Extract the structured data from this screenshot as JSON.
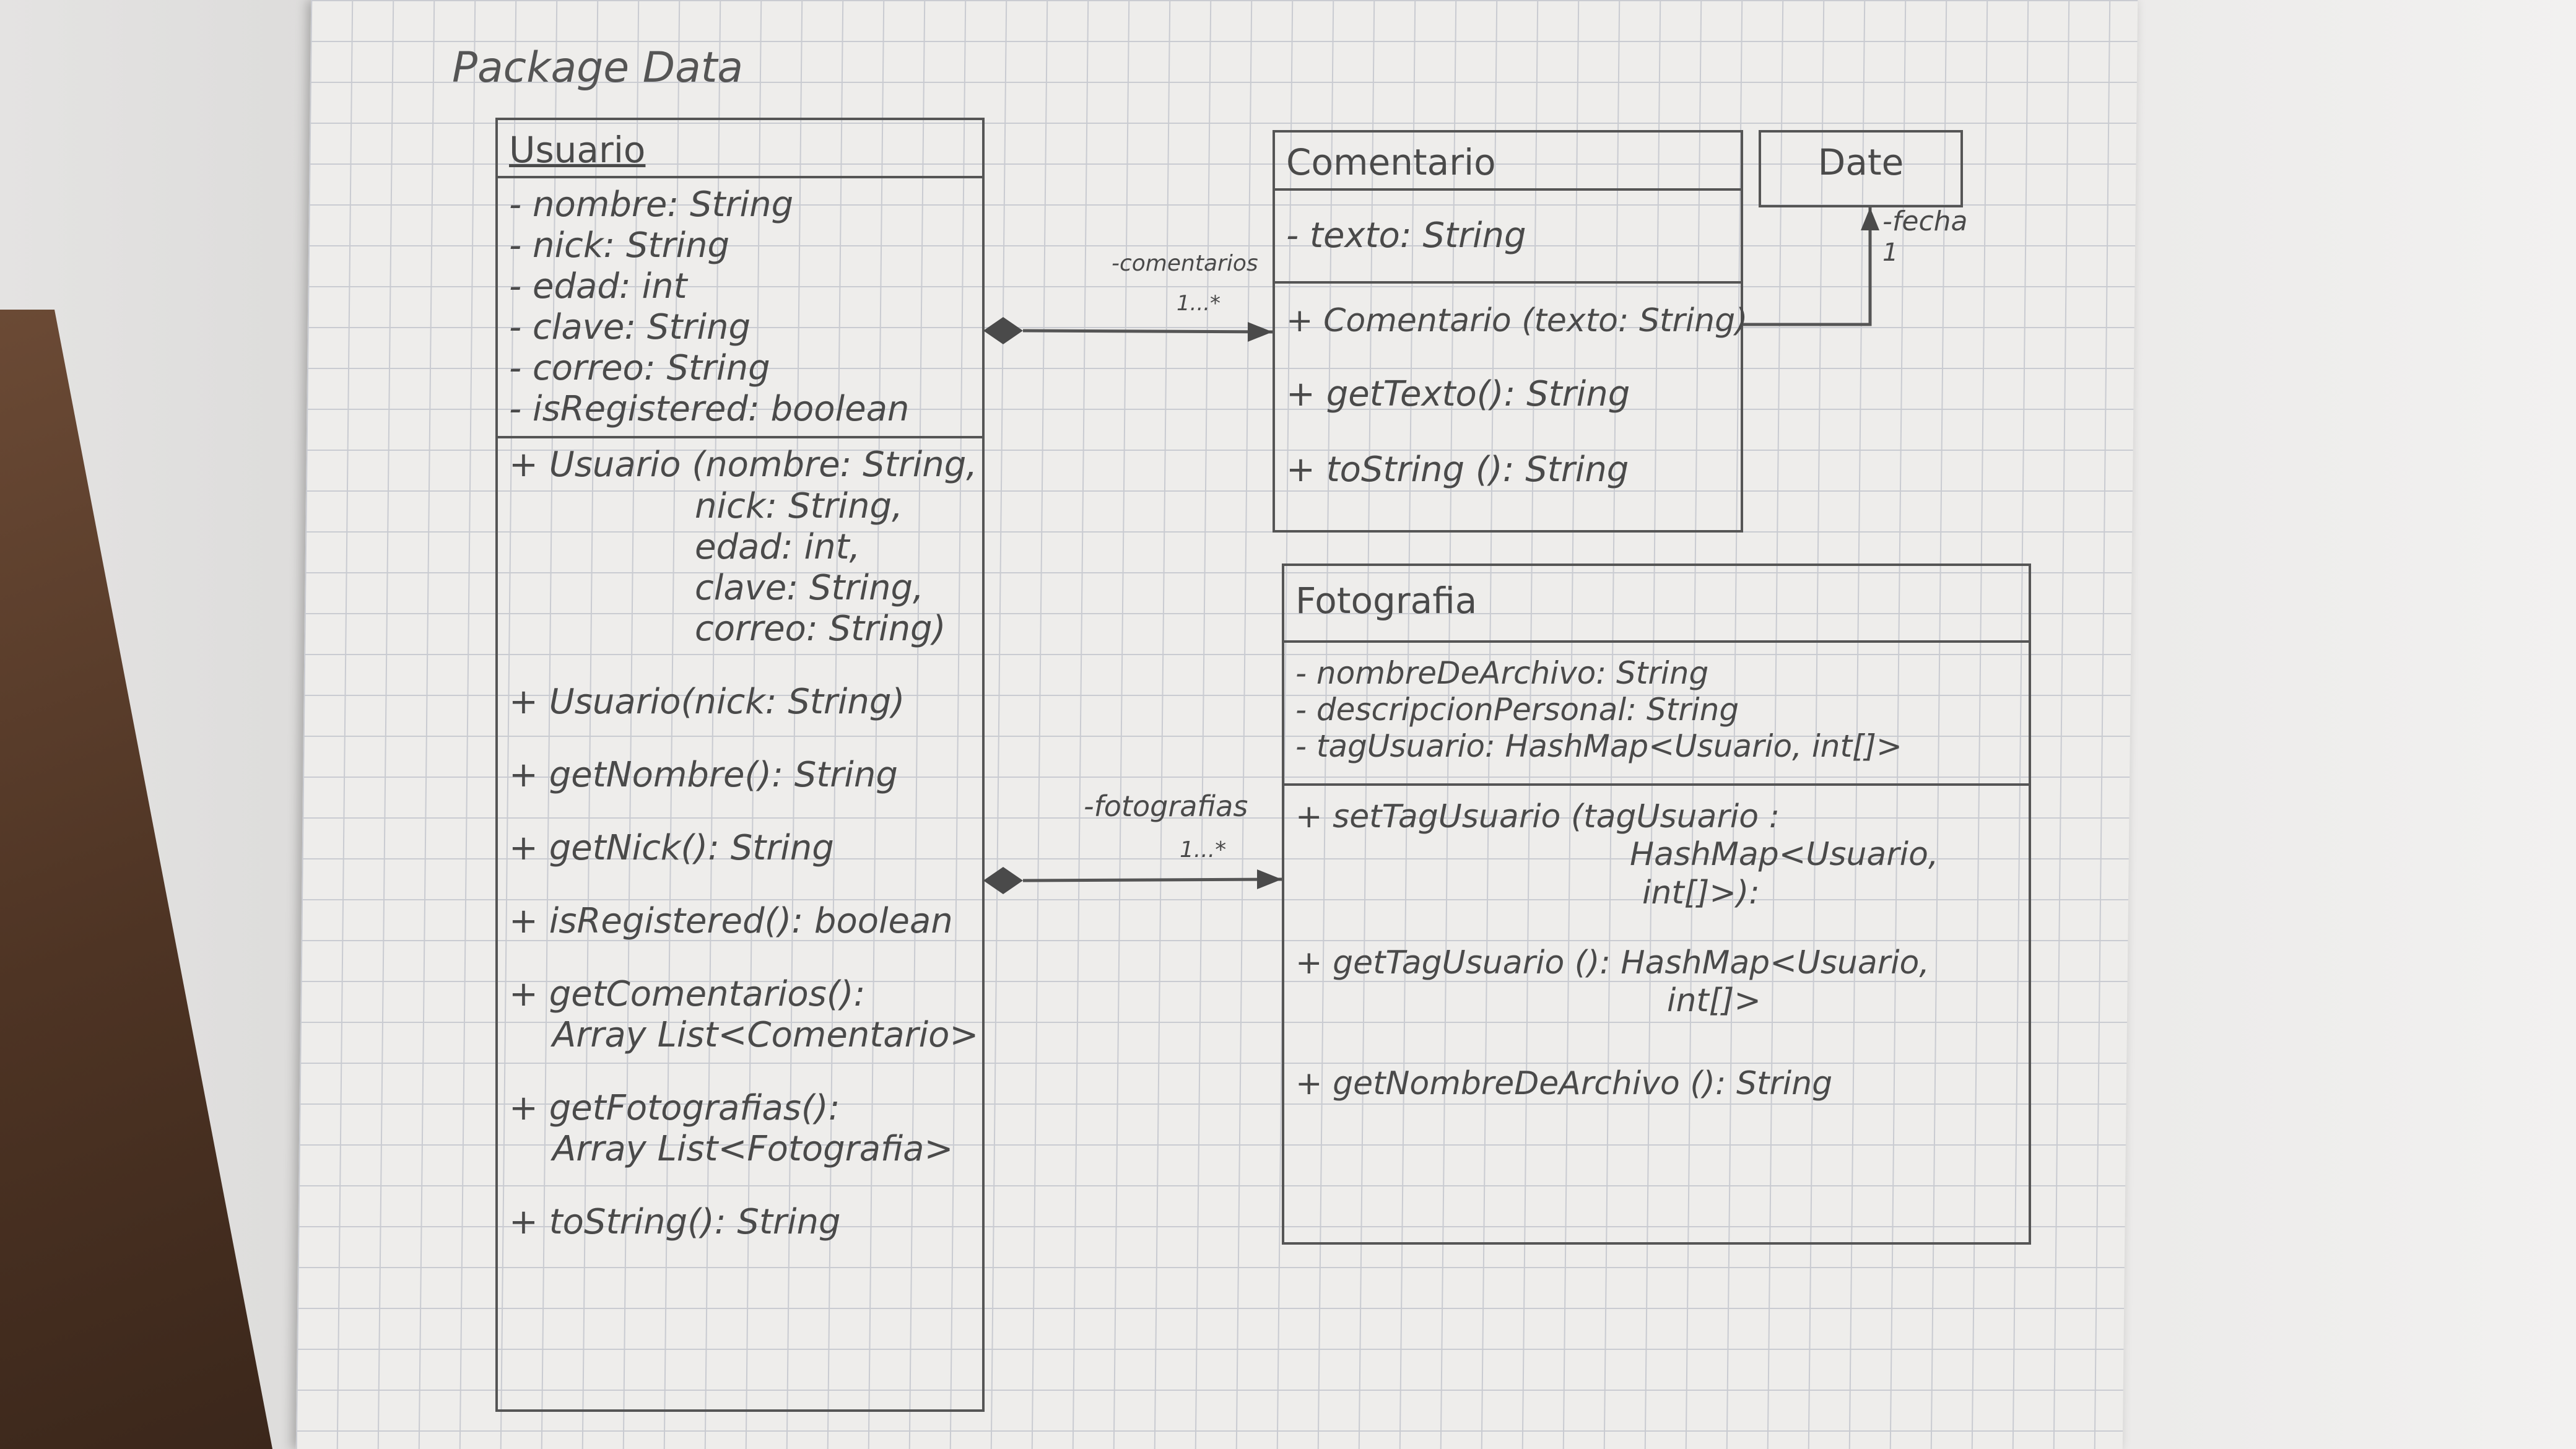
{
  "package_title": "Package Data",
  "classes": {
    "usuario": {
      "name": "Usuario",
      "attributes": [
        "- nombre: String",
        "- nick: String",
        "- edad: int",
        "- clave: String",
        "- correo: String",
        "- isRegistered: boolean"
      ],
      "constructor_lines": [
        "+ Usuario (nombre: String,",
        "nick: String,",
        "edad: int,",
        "clave: String,",
        "correo: String)"
      ],
      "operations": [
        "+ Usuario(nick: String)",
        "+ getNombre(): String",
        "+ getNick(): String",
        "+ isRegistered(): boolean",
        "+ getComentarios():",
        "Array List<Comentario>",
        "+ getFotografias():",
        "Array List<Fotografia>",
        "+ toString(): String"
      ]
    },
    "comentario": {
      "name": "Comentario",
      "attributes": [
        "- texto: String"
      ],
      "operations": [
        "+ Comentario (texto: String)",
        "+ getTexto(): String",
        "+ toString (): String"
      ]
    },
    "date": {
      "name": "Date"
    },
    "fotografia": {
      "name": "Fotografia",
      "attributes": [
        "- nombreDeArchivo: String",
        "- descripcionPersonal: String",
        "- tagUsuario: HashMap<Usuario, int[]>"
      ],
      "operations": [
        "+ setTagUsuario (tagUsuario :",
        "HashMap<Usuario,",
        "int[]>):",
        "+ getTagUsuario (): HashMap<Usuario,",
        "int[]>",
        "+ getNombreDeArchivo (): String"
      ]
    }
  },
  "associations": {
    "comentarios": {
      "role": "-comentarios",
      "multiplicity": "1...*"
    },
    "fotografias": {
      "role": "-fotografias",
      "multiplicity": "1...*"
    },
    "fecha": {
      "role": "-fecha",
      "multiplicity": "1"
    }
  }
}
